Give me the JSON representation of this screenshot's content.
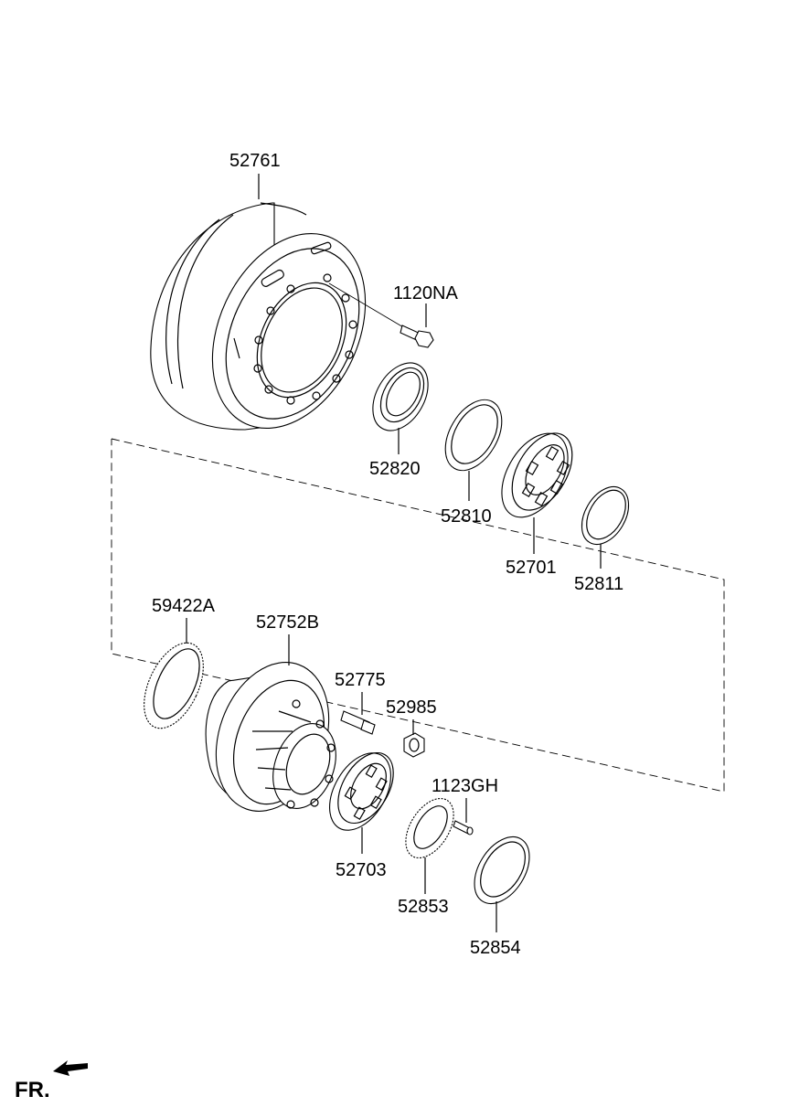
{
  "diagram": {
    "parts": [
      {
        "id": "drum",
        "label": "52761"
      },
      {
        "id": "bolt",
        "label": "1120NA"
      },
      {
        "id": "seal-outer",
        "label": "52820"
      },
      {
        "id": "ring-52810",
        "label": "52810"
      },
      {
        "id": "bearing-52701",
        "label": "52701"
      },
      {
        "id": "ring-52811",
        "label": "52811"
      },
      {
        "id": "tone-ring",
        "label": "59422A"
      },
      {
        "id": "hub",
        "label": "52752B"
      },
      {
        "id": "stud",
        "label": "52775"
      },
      {
        "id": "nut",
        "label": "52985"
      },
      {
        "id": "bearing-52703",
        "label": "52703"
      },
      {
        "id": "screw",
        "label": "1123GH"
      },
      {
        "id": "lock-washer",
        "label": "52853"
      },
      {
        "id": "ring-52854",
        "label": "52854"
      }
    ],
    "direction_label": "FR."
  }
}
